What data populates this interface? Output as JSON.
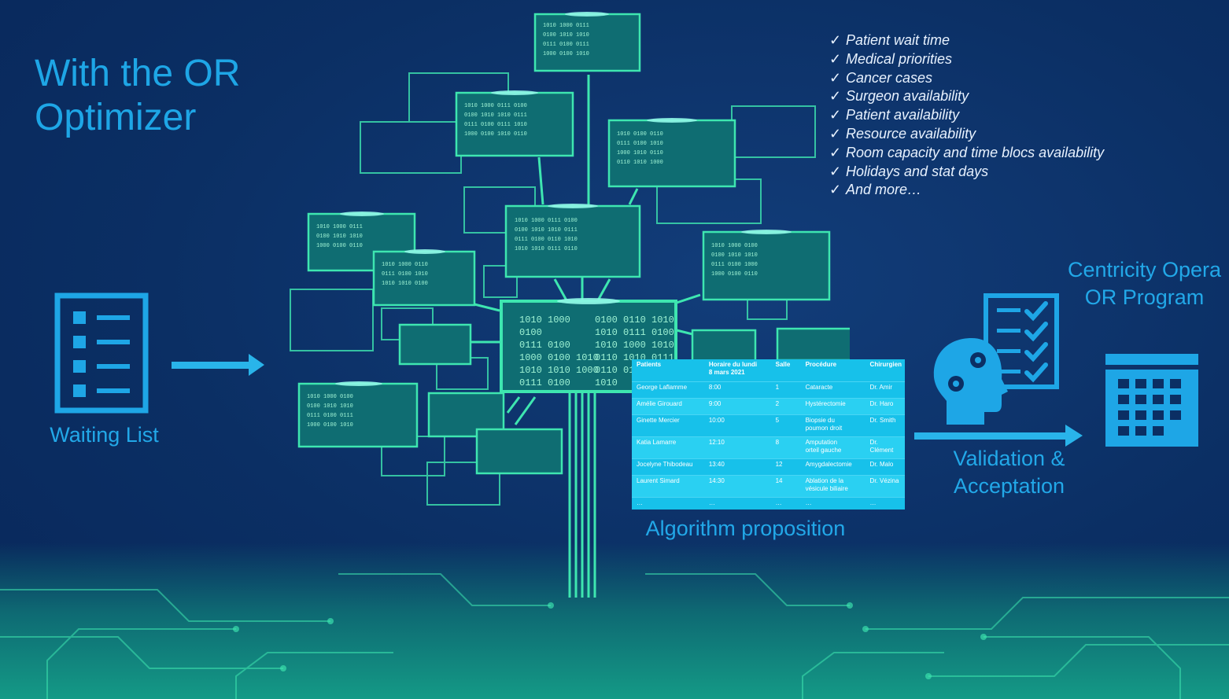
{
  "title": "With the OR Optimizer",
  "checklist": [
    "Patient wait time",
    "Medical priorities",
    "Cancer cases",
    "Surgeon availability",
    "Patient availability",
    "Resource availability",
    "Room capacity and time blocs availability",
    "Holidays and stat days",
    "And more…"
  ],
  "check_glyph": "✓",
  "waiting_list": {
    "label": "Waiting List",
    "icon": "list-document-icon"
  },
  "algorithm": {
    "label": "Algorithm proposition"
  },
  "validation": {
    "line1": "Validation &",
    "line2": "Acceptation",
    "icon": "brain-gears-checklist-icon"
  },
  "centricity": {
    "line1": "Centricity Opera",
    "line2": "OR Program",
    "icon": "calendar-icon"
  },
  "tree_code": [
    "1010 1000",
    "0100",
    "0111 0100",
    "1000 0100 1010",
    "1010 1010 1000",
    "0111 0100",
    "0100 0110 1010",
    "1010 0111 0100",
    "1010 1000 1010",
    "0110 1010 0111",
    "0110 0111 0110",
    "1010"
  ],
  "table": {
    "headers": [
      "Patients",
      "Horaire du lundi",
      "8 mars 2021",
      "Salle",
      "Procédure",
      "Chirurgien"
    ],
    "rows": [
      {
        "patient": "George Laflamme",
        "time": "8:00",
        "room": "1",
        "proc1": "Cataracte",
        "proc2": "",
        "surgeon": "Dr. Amir"
      },
      {
        "patient": "Amélie Girouard",
        "time": "9:00",
        "room": "2",
        "proc1": "Hystérectomie",
        "proc2": "",
        "surgeon": "Dr. Haro"
      },
      {
        "patient": "Ginette Mercier",
        "time": "10:00",
        "room": "5",
        "proc1": "Biopsie du",
        "proc2": "poumon droit",
        "surgeon": "Dr. Smith"
      },
      {
        "patient": "Katia Lamarre",
        "time": "12:10",
        "room": "8",
        "proc1": "Amputation",
        "proc2": "orteil gauche",
        "surgeon": "Dr. Clément"
      },
      {
        "patient": "Jocelyne Thibodeau",
        "time": "13:40",
        "room": "12",
        "proc1": "Amygdalectomie",
        "proc2": "",
        "surgeon": "Dr. Malo"
      },
      {
        "patient": "Laurent Simard",
        "time": "14:30",
        "room": "14",
        "proc1": "Ablation de la",
        "proc2": "vésicule biliaire",
        "surgeon": "Dr. Vézina"
      },
      {
        "patient": "…",
        "time": "…",
        "room": "…",
        "proc1": "…",
        "proc2": "",
        "surgeon": "…"
      }
    ]
  },
  "colors": {
    "background": "#0b2f64",
    "accent_blue": "#1ea6e6",
    "tree_green": "#3ee6b0",
    "table_cyan": "#17c1ea"
  }
}
